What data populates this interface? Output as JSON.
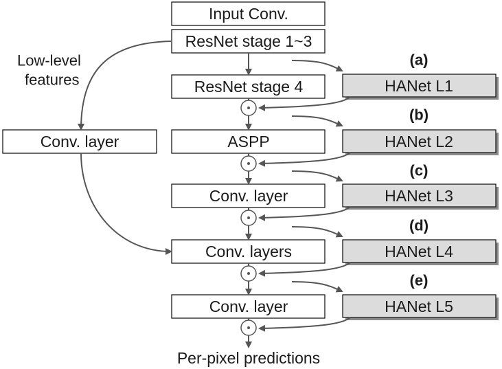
{
  "main_column": {
    "input_conv": "Input Conv.",
    "resnet_1_3": "ResNet stage 1~3",
    "resnet_4": "ResNet stage 4",
    "aspp": "ASPP",
    "conv_layer_1": "Conv. layer",
    "conv_layers": "Conv. layers",
    "conv_layer_2": "Conv. layer",
    "output": "Per-pixel predictions"
  },
  "side_branch": {
    "caption_line1": "Low-level",
    "caption_line2": "features",
    "conv_layer": "Conv. layer"
  },
  "hanet": [
    {
      "tag": "(a)",
      "label": "HANet L1"
    },
    {
      "tag": "(b)",
      "label": "HANet L2"
    },
    {
      "tag": "(c)",
      "label": "HANet L3"
    },
    {
      "tag": "(d)",
      "label": "HANet L4"
    },
    {
      "tag": "(e)",
      "label": "HANet L5"
    }
  ],
  "colors": {
    "hanet_fill": "#dcdcdc",
    "hanet_shadow": "#8a8a8a",
    "wire": "#555555"
  }
}
